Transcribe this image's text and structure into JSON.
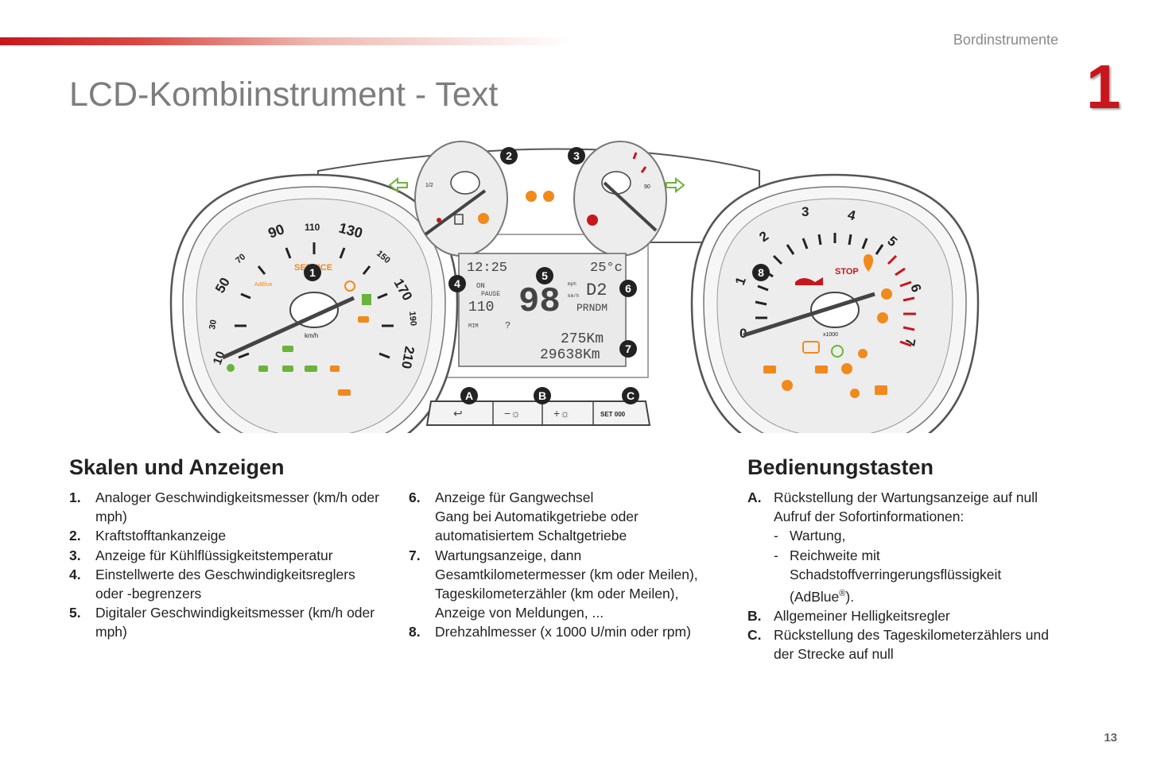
{
  "header": {
    "section": "Bordinstrumente",
    "chapter": "1"
  },
  "page_title": "LCD-Kombiinstrument - Text",
  "colors": {
    "brand_red": "#c8161d",
    "warning_orange": "#f08a1c",
    "indicator_green": "#6bb33b",
    "marker_black": "#222222"
  },
  "diagram": {
    "markers": [
      "1",
      "2",
      "3",
      "4",
      "5",
      "6",
      "7",
      "8",
      "A",
      "B",
      "C"
    ],
    "speedo_ticks": [
      "10",
      "30",
      "50",
      "70",
      "90",
      "110",
      "130",
      "150",
      "170",
      "190",
      "210"
    ],
    "speedo_unit": "km/h",
    "speedo_service": "SERVICE",
    "adblue_label": "AdBlue",
    "tacho_ticks": [
      "0",
      "1",
      "2",
      "3",
      "4",
      "5",
      "6",
      "7"
    ],
    "tacho_stop": "STOP",
    "tacho_unit": "x1000",
    "gauge_left_label": "1/2",
    "gauge_right_label": "90",
    "lcd": {
      "time": "12:25",
      "temp": "25°c",
      "on": "ON",
      "pause": "PAUSE",
      "set_speed": "110",
      "speed": "98",
      "speed_unit_top": "mph",
      "speed_unit_bottom": "km/h",
      "gear": "D2",
      "gear_sequence": "PRNDM",
      "min_label": "MIM",
      "question": "?",
      "trip": "275Km",
      "odo": "29638Km"
    },
    "buttons": [
      "SET 000"
    ]
  },
  "left_section": {
    "heading": "Skalen und Anzeigen",
    "col1": [
      {
        "key": "1.",
        "text": "Analoger Geschwindigkeitsmesser (km/h oder mph)"
      },
      {
        "key": "2.",
        "text": "Kraftstofftankanzeige"
      },
      {
        "key": "3.",
        "text": "Anzeige für Kühlflüssigkeitstemperatur"
      },
      {
        "key": "4.",
        "text": "Einstellwerte des Geschwindigkeitsreglers oder -begrenzers"
      },
      {
        "key": "5.",
        "text": "Digitaler Geschwindigkeitsmesser (km/h oder mph)"
      }
    ],
    "col2": [
      {
        "key": "6.",
        "line1": "Anzeige für Gangwechsel",
        "line2": "Gang bei Automatikgetriebe oder automatisiertem Schaltgetriebe"
      },
      {
        "key": "7.",
        "text": "Wartungsanzeige, dann Gesamtkilometermesser (km oder Meilen), Tageskilometerzähler (km oder Meilen), Anzeige von Meldungen, ..."
      },
      {
        "key": "8.",
        "text": "Drehzahlmesser (x 1000 U/min oder rpm)"
      }
    ]
  },
  "right_section": {
    "heading": "Bedienungstasten",
    "items": {
      "a": {
        "key": "A.",
        "text": "Rückstellung der Wartungsanzeige auf null",
        "line2": "Aufruf der Sofortinformationen:",
        "sub1": "Wartung,",
        "sub2_a": "Reichweite mit",
        "sub2_b": "Schadstoffverringerungsflüssigkeit",
        "sub2_c_pre": "(AdBlue",
        "sub2_c_sup": "®",
        "sub2_c_post": ").",
        "dash": "-"
      },
      "b": {
        "key": "B.",
        "text": "Allgemeiner Helligkeitsregler"
      },
      "c": {
        "key": "C.",
        "text": "Rückstellung des Tageskilometerzählers und der Strecke auf null"
      }
    }
  },
  "page_number": "13"
}
